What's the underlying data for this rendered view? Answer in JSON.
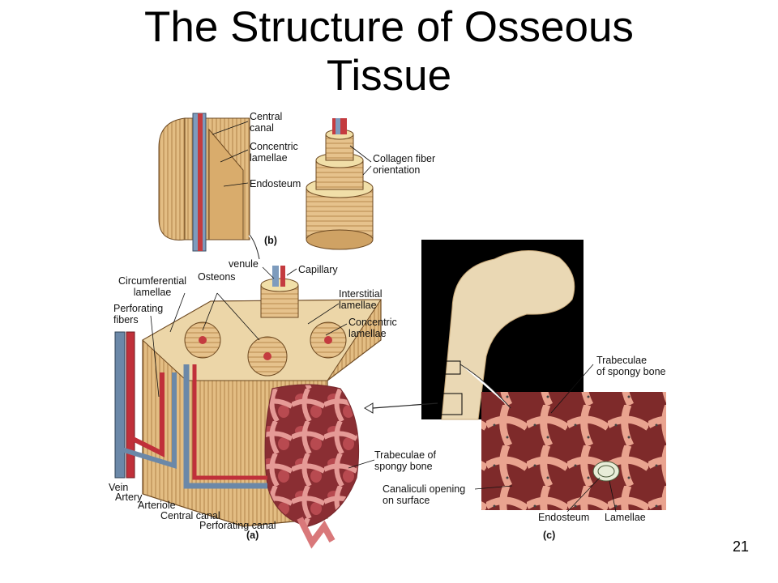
{
  "title": {
    "line1": "The Structure of Osseous",
    "line2": "Tissue"
  },
  "labels": {
    "central_canal_top": "Central\ncanal",
    "concentric_lamellae_top": "Concentric\nlamellae",
    "endosteum_top": "Endosteum",
    "collagen": "Collagen fiber\norientation",
    "panel_b": "(b)",
    "venule": "venule",
    "capillary": "Capillary",
    "circumferential": "Circumferential\nlamellae",
    "osteons": "Osteons",
    "interstitial": "Interstitial\nlamellae",
    "perforating_fibers": "Perforating\nfibers",
    "concentric_lamellae_mid": "Concentric\nlamellae",
    "trabeculae_spongy_right": "Trabeculae\nof spongy bone",
    "trabeculae_spongy_mid": "Trabeculae of\nspongy bone",
    "canaliculi": "Canaliculi opening\non surface",
    "vein": "Vein",
    "artery": "Artery",
    "arteriole": "Arteriole",
    "central_canal_bottom": "Central canal",
    "perforating_canal": "Perforating canal",
    "panel_a": "(a)",
    "panel_c": "(c)",
    "endosteum_bottom": "Endosteum",
    "lamellae": "Lamellae"
  },
  "page_number": "21",
  "colors": {
    "bone": "#e3c08a",
    "bone_dark": "#b88a4e",
    "spongy": "#d9787a",
    "spongy_dark": "#9e3c40",
    "vein": "#6b88a8",
    "artery": "#c0303a",
    "photo_bg": "#000000"
  }
}
